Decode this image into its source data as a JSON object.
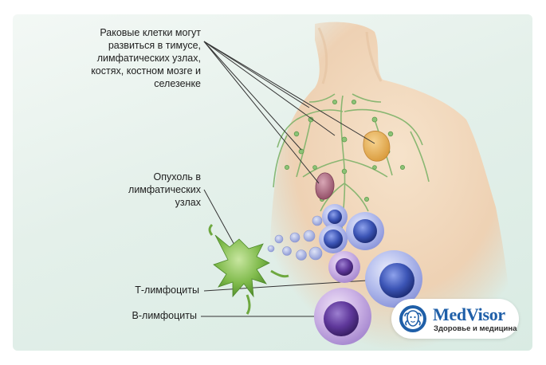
{
  "labels": {
    "cancer_sites": "Раковые клетки могут развиться в тимусе, лимфатических узлах, костях, костном мозге и селезенке",
    "tumor": "Опухоль в лимфатических узлах",
    "t_cells": "Т-лимфоциты",
    "b_cells": "В-лимфоциты"
  },
  "logo": {
    "name": "MedVisor",
    "tagline": "Здоровье и медицина"
  },
  "colors": {
    "background": "#e4f0ea",
    "body": "#f4d9bd",
    "lymph": "#7fb36a",
    "t_cell": "#3d59b8",
    "b_cell": "#6a3fa0",
    "tumor": "#6ea83f",
    "logo_blue": "#1f5fa8"
  }
}
